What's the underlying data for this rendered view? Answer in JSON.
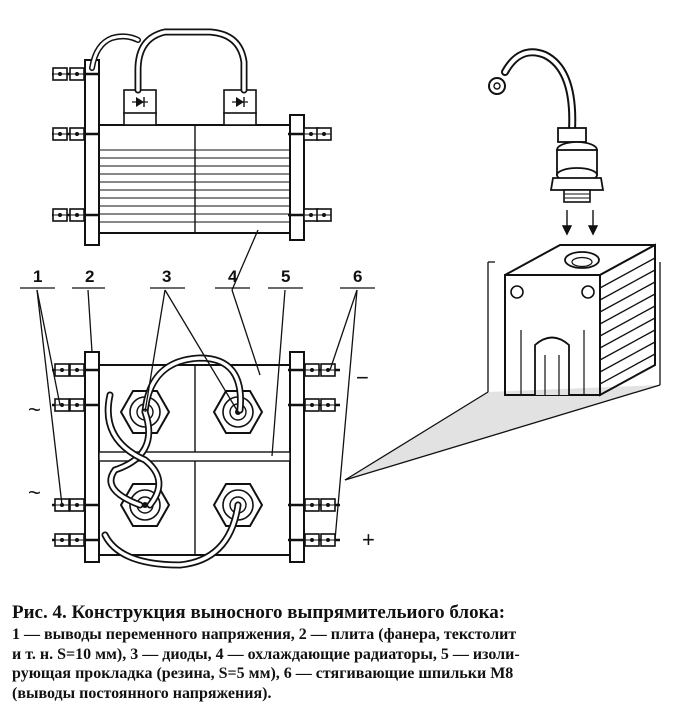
{
  "figure": {
    "callouts": [
      "1",
      "2",
      "3",
      "4",
      "5",
      "6"
    ],
    "polarity": {
      "ac_top": "~",
      "ac_bottom": "~",
      "minus": "−",
      "plus": "+"
    },
    "colors": {
      "ink": "#111111",
      "paper": "#ffffff"
    }
  },
  "caption": {
    "title": "Рис. 4. Конструкция выносного выпрямительиого блока:",
    "lines": [
      "1 — выводы переменного напряжения, 2 — плита (фанера, текстолит",
      "и т. н. S=10 мм), 3 — диоды, 4 — охлаждающие радиаторы, 5 — изоли-",
      "рующая прокладка (резина, S=5 мм), 6 — стягивающие шпильки М8",
      "(выводы постоянного напряжения)."
    ]
  }
}
